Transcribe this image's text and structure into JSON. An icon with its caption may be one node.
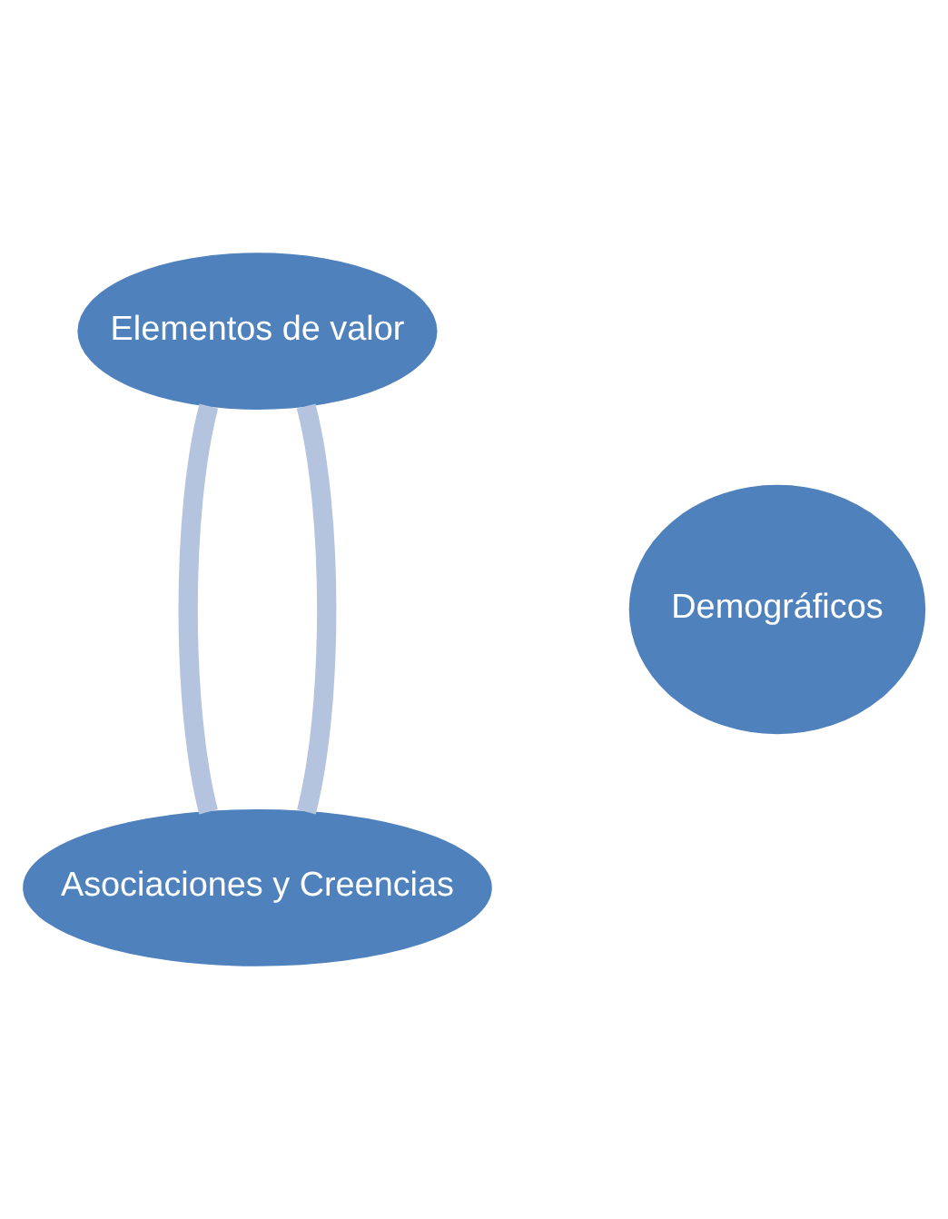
{
  "diagram": {
    "nodes": [
      {
        "text": [
          "Elementos de valor"
        ]
      },
      {
        "text": [
          "Demográficos"
        ]
      },
      {
        "text": [
          "Asociaciones y Creencias"
        ]
      }
    ],
    "edges": [
      {
        "from": 0,
        "to": 2,
        "arrow": "none"
      },
      {
        "from": 0,
        "to": 2,
        "arrow": "none"
      }
    ]
  }
}
